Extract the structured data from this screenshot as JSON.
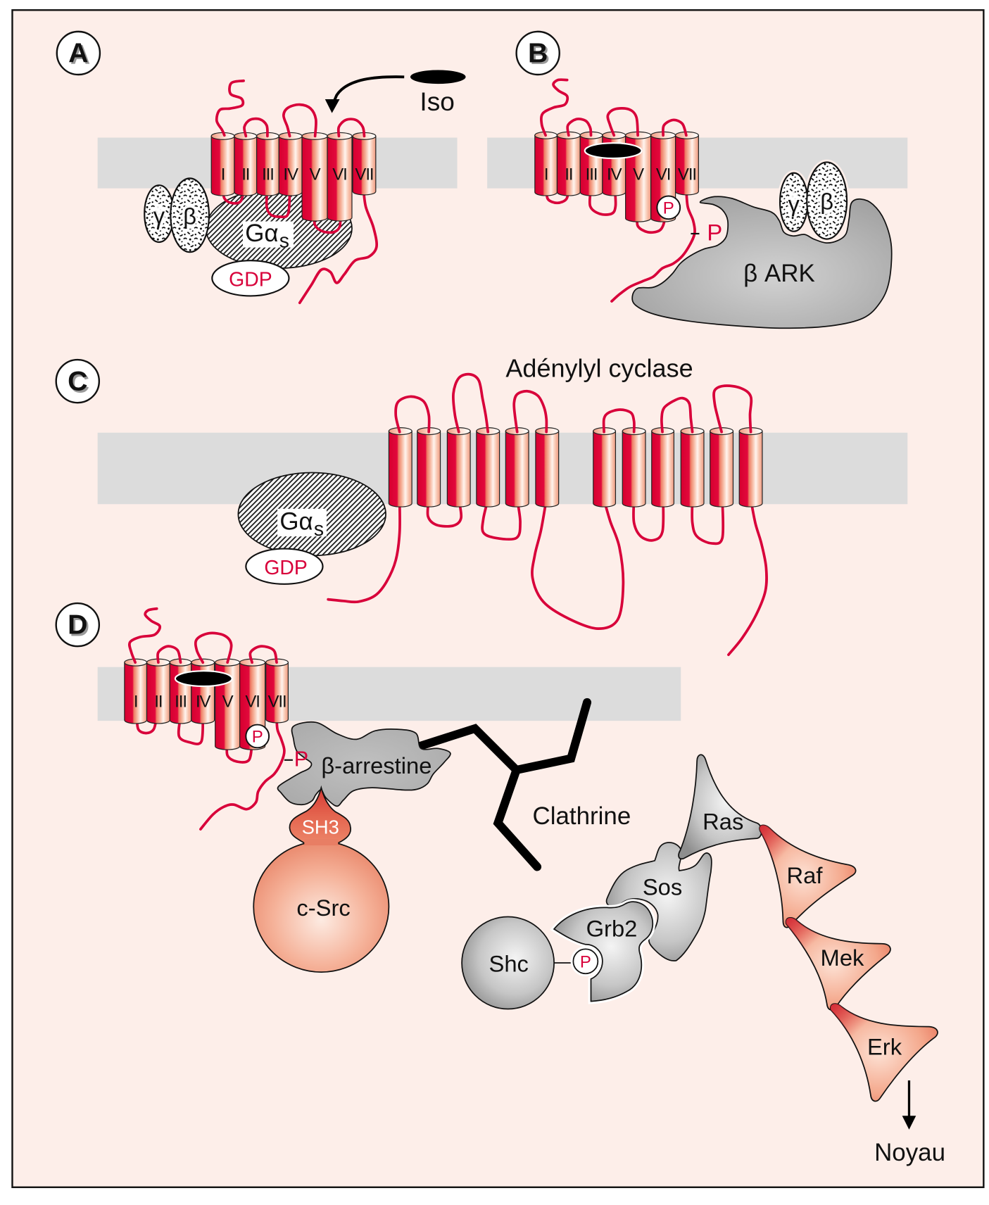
{
  "colors": {
    "background": "#fdeee9",
    "membrane": "#dcdcdc",
    "peptide_red": "#d8003a",
    "kinase_salmon": "#ef9274",
    "protein_gray": "#b0b0b0"
  },
  "panel_labels": {
    "A": "A",
    "B": "B",
    "C": "C",
    "D": "D"
  },
  "panel_A": {
    "ligand": "Iso",
    "helices": [
      "I",
      "II",
      "III",
      "IV",
      "V",
      "VI",
      "VII"
    ],
    "g_alpha": "Gα",
    "g_alpha_sub": "s",
    "gdp": "GDP",
    "gamma": "γ",
    "beta": "β"
  },
  "panel_B": {
    "helices": [
      "I",
      "II",
      "III",
      "IV",
      "V",
      "VI",
      "VII"
    ],
    "phospho": "P",
    "phospho_tail": "P",
    "gamma": "γ",
    "beta": "β",
    "kinase": "β ARK"
  },
  "panel_C": {
    "title": "Adénylyl cyclase",
    "g_alpha": "Gα",
    "g_alpha_sub": "s",
    "gdp": "GDP"
  },
  "panel_D": {
    "helices": [
      "I",
      "II",
      "III",
      "IV",
      "V",
      "VI",
      "VII"
    ],
    "phospho": "P",
    "phospho_tail": "P",
    "arrestin": "β-arrestine",
    "sh3": "SH3",
    "src": "c-Src",
    "clathrin": "Clathrine",
    "ras": "Ras",
    "raf": "Raf",
    "mek": "Mek",
    "erk": "Erk",
    "sos": "Sos",
    "grb2": "Grb2",
    "shc": "Shc",
    "shc_phospho": "P",
    "destination": "Noyau"
  }
}
